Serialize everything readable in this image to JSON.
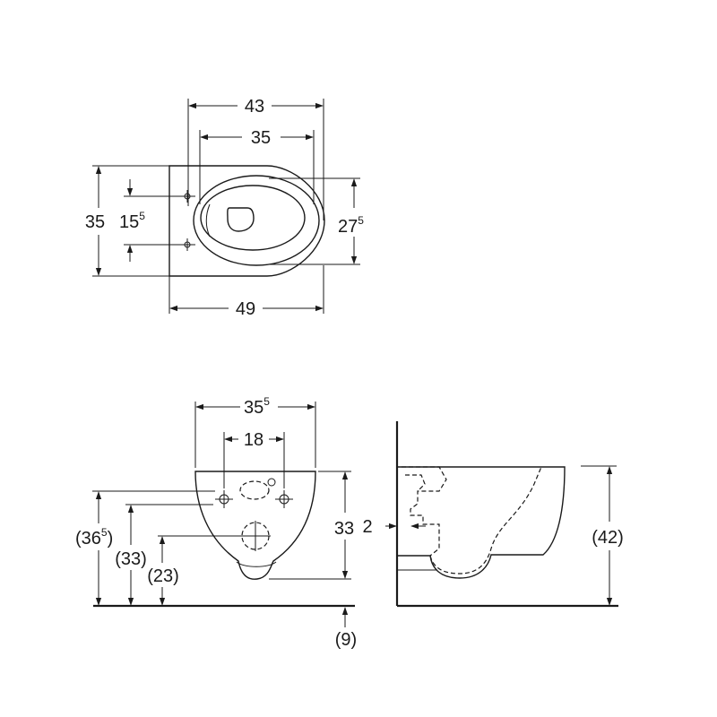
{
  "top_view": {
    "dim_width_43": "43",
    "dim_width_35": "35",
    "dim_depth_35": "35",
    "dim_bolt_spacing": "15",
    "dim_bolt_spacing_sup": "5",
    "dim_bowl_depth": "27",
    "dim_bowl_depth_sup": "5",
    "dim_length_49": "49"
  },
  "front_view": {
    "dim_width": "35",
    "dim_width_sup": "5",
    "dim_bolt_distance": "18",
    "dim_height_33": "33",
    "dim_h_36_open": "(36",
    "dim_h_36_sup": "5",
    "dim_h_36_close": ")",
    "dim_h_33": "(33)",
    "dim_h_23": "(23)",
    "dim_floor_offset": "(9)"
  },
  "side_view": {
    "dim_wall_gap": "2",
    "dim_rim_height": "(42)"
  }
}
